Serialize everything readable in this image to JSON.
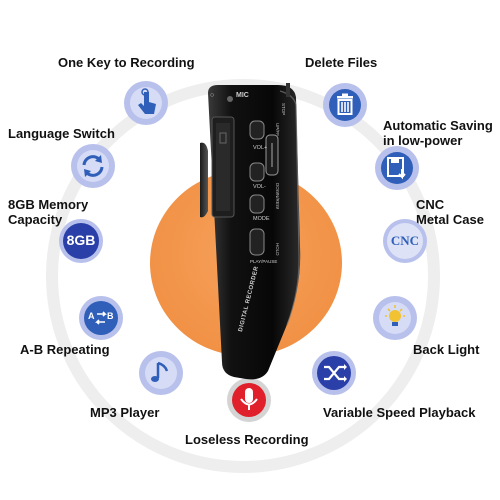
{
  "features": {
    "one_key": "One Key to Recording",
    "delete": "Delete Files",
    "language": "Language Switch",
    "auto_saving_1": "Automatic Saving",
    "auto_saving_2": "in low-power",
    "memory_1": "8GB Memory",
    "memory_2": "Capacity",
    "cnc_1": "CNC",
    "cnc_2": "Metal Case",
    "ab": "A-B Repeating",
    "backlight": "Back Light",
    "mp3": "MP3 Player",
    "variable": "Variable Speed Playback",
    "lossless": "Loseless Recording"
  },
  "icons": {
    "memory_badge": "8GB",
    "cnc_badge": "CNC",
    "ab_left": "A",
    "ab_right": "B"
  },
  "device": {
    "mic_label": "MIC",
    "vol_up": "VOL+",
    "vol_down": "VOL-",
    "mode": "MODE",
    "play_pause": "PLAY/PAUSE",
    "up_ff": "UP/FF",
    "down_rew": "DOWN/REW",
    "stop": "STOP",
    "hold": "HOLD",
    "brand_text": "DIGITAL RECORDER"
  },
  "colors": {
    "icon_blue": "#2f5fb8",
    "icon_lilac": "#b8c0ec",
    "record_red": "#e0202a",
    "sun_orange": "#f2954a"
  }
}
